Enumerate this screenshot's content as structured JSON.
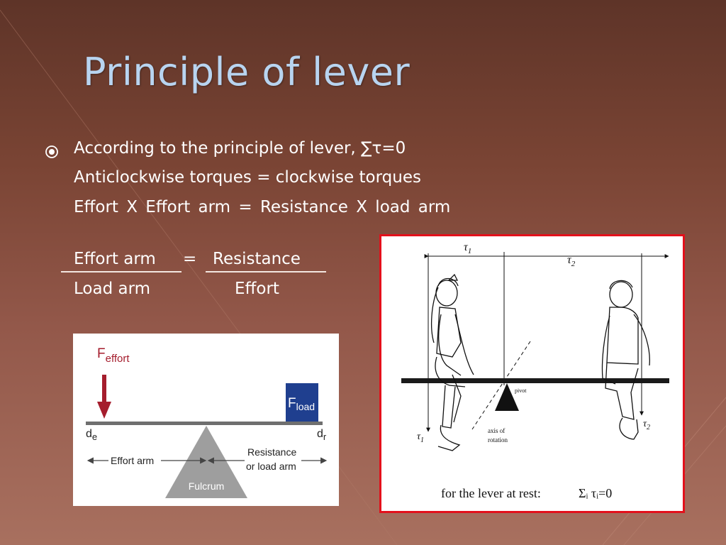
{
  "slide": {
    "title": "Principle of lever",
    "bullet_icon": "circled-dot-bullet-icon",
    "lines": [
      "According to the principle of lever, ∑τ=0",
      "Anticlockwise torques = clockwise torques",
      "Effort X Effort arm = Resistance X load arm"
    ],
    "fraction": {
      "left_numerator": "Effort arm",
      "equals": "=",
      "right_numerator": "Resistance",
      "left_denominator": "Load arm",
      "right_denominator": "Effort"
    }
  },
  "lever_diagram": {
    "effort_label": "F",
    "effort_sub": "effort",
    "load_label": "F",
    "load_sub": "load",
    "de_label": "d",
    "de_sub": "e",
    "dr_label": "d",
    "dr_sub": "r",
    "effort_arm": "Effort arm",
    "resistance_line1": "Resistance",
    "resistance_line2": "or load arm",
    "fulcrum": "Fulcrum",
    "colors": {
      "arrow": "#a51d2d",
      "beam": "#6f6f6f",
      "fulcrum": "#9e9e9e",
      "load": "#1f3f8f"
    }
  },
  "seesaw_diagram": {
    "tau1_top": "τ",
    "tau1_top_sub": "1",
    "tau2_top": "τ",
    "tau2_top_sub": "2",
    "pivot": "pivot",
    "axis_line1": "axis of",
    "axis_line2": "rotation",
    "tau1_bottom": "τ",
    "tau1_bottom_sub": "1",
    "tau2_bottom": "τ",
    "tau2_bottom_sub": "2",
    "caption": "for the lever at rest:",
    "equation": "Σᵢ τᵢ=0",
    "border_color": "#e3101b"
  }
}
